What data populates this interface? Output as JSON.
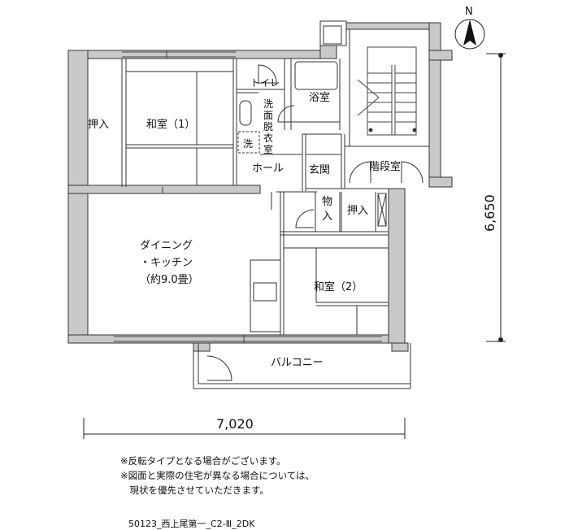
{
  "compass": {
    "label": "N"
  },
  "rooms": {
    "oshiire_left": "押入",
    "washitsu_1": "和室（1）",
    "toilet": "トイレ",
    "senmen_lines": [
      "洗",
      "面",
      "脱",
      "衣",
      "室"
    ],
    "sentaku": "洗",
    "yokushitsu": "浴室",
    "hall": "ホール",
    "genkan": "玄関",
    "kaidanshitsu": "階段室",
    "monoire_lines": [
      "物",
      "入"
    ],
    "oshiire_right": "押入",
    "dining_lines": [
      "ダイニング",
      "・キッチン",
      "（約9.0畳）"
    ],
    "washitsu_2": "和室（2）",
    "balcony": "バルコニー"
  },
  "dimensions": {
    "width": "7,020",
    "height": "6,650"
  },
  "notes": [
    "※反転タイプとなる場合がございます。",
    "※図面と実際の住宅が異なる場合については、",
    "　現状を優先させていただきます。"
  ],
  "plan_code": "50123_西上尾第一_C2-Ⅲ_2DK"
}
